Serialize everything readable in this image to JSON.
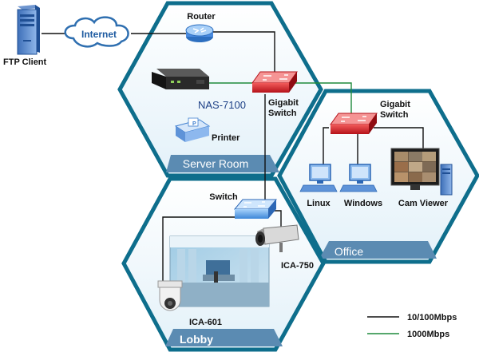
{
  "nodes": {
    "ftp_client": "FTP Client",
    "internet": "Internet",
    "router": "Router",
    "nas": "NAS-7100",
    "printer": "Printer",
    "gigabit_switch_server": "Gigabit\nSwitch",
    "gigabit_switch_office": "Gigabit\nSwitch",
    "lobby_switch": "Switch",
    "linux": "Linux",
    "windows": "Windows",
    "cam_viewer": "Cam Viewer",
    "ica_750": "ICA-750",
    "ica_601": "ICA-601"
  },
  "zones": {
    "server_room": "Server Room",
    "office": "Office",
    "lobby": "Lobby"
  },
  "legend": [
    {
      "label": "10/100Mbps",
      "color": "#111111"
    },
    {
      "label": "1000Mbps",
      "color": "#1f8a3c"
    }
  ],
  "colors": {
    "hex_border": "#0e6e8c",
    "hex_fill": "#dff0f8",
    "zone_band": "#5b8bb2",
    "switch_red": "#d8262a",
    "switch_blue": "#5a9fe0",
    "link_fast": "#1f8a3c"
  }
}
